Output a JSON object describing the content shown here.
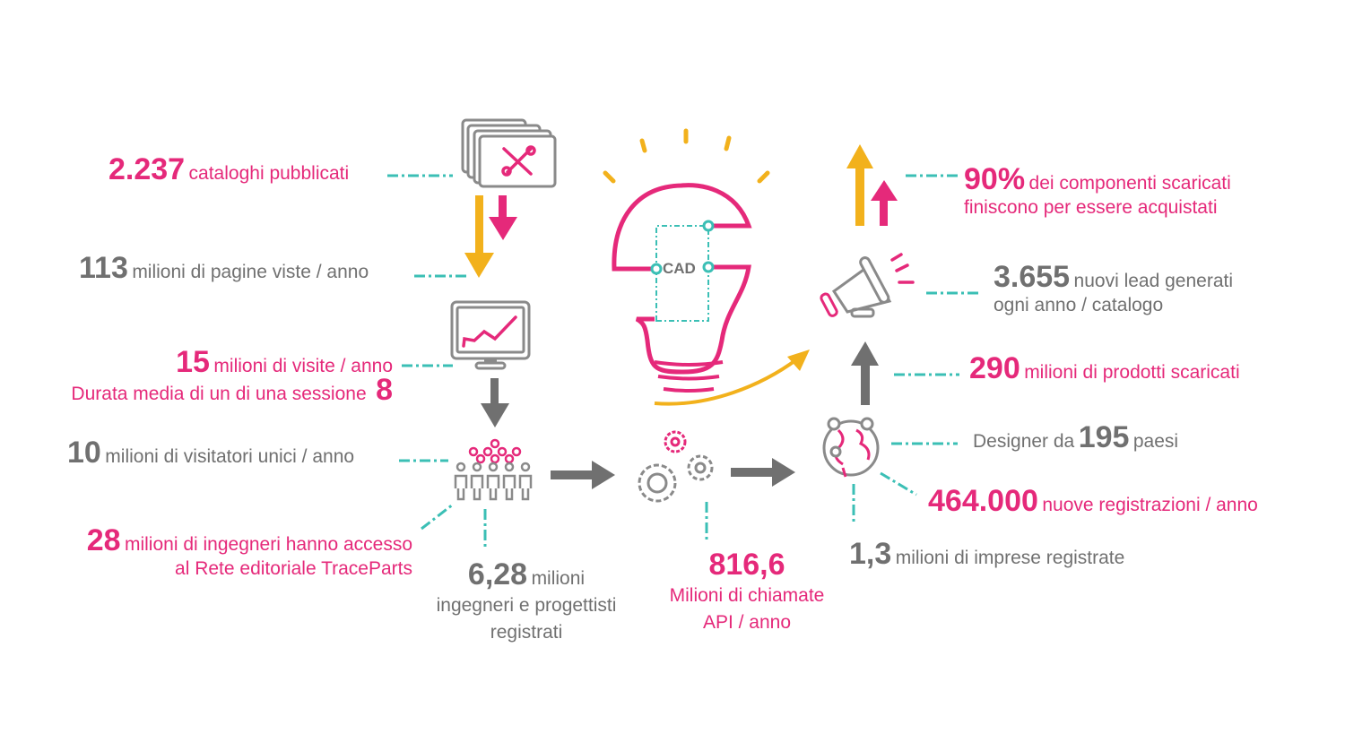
{
  "colors": {
    "pink": "#e5297a",
    "gray": "#707070",
    "teal": "#3bbfb5",
    "yellow": "#f2b11c"
  },
  "bulb": {
    "label": "CAD"
  },
  "left": {
    "catalogs": {
      "value": "2.237",
      "text": "cataloghi pubblicati"
    },
    "pageviews": {
      "value": "113",
      "text": "milioni di pagine viste / anno"
    },
    "visits": {
      "value": "15",
      "text": "milioni di visite / anno",
      "session_text": "Durata media di un di una sessione",
      "session_value": "8"
    },
    "visitors": {
      "value": "10",
      "text": "milioni di visitatori unici / anno"
    },
    "engineers": {
      "value": "28",
      "text": "milioni di ingegneri hanno accesso",
      "line2": "al Rete editoriale TraceParts"
    }
  },
  "bottom": {
    "registered": {
      "value": "6,28",
      "text": "milioni",
      "line2": "ingegneri e progettisti",
      "line3": "registrati"
    },
    "api": {
      "value": "816,6",
      "line2": "Milioni di chiamate",
      "line3": "API / anno"
    }
  },
  "right": {
    "purchase": {
      "value": "90%",
      "text": "dei componenti scaricati",
      "line2": "finiscono per essere acquistati"
    },
    "leads": {
      "value": "3.655",
      "text": "nuovi lead generati",
      "line2": "ogni anno / catalogo"
    },
    "downloads": {
      "value": "290",
      "text": "milioni di prodotti scaricati"
    },
    "countries": {
      "prefix": "Designer da",
      "value": "195",
      "text": "paesi"
    },
    "registrations": {
      "value": "464.000",
      "text": "nuove registrazioni / anno"
    },
    "companies": {
      "value": "1,3",
      "text": "milioni di imprese registrate"
    }
  }
}
